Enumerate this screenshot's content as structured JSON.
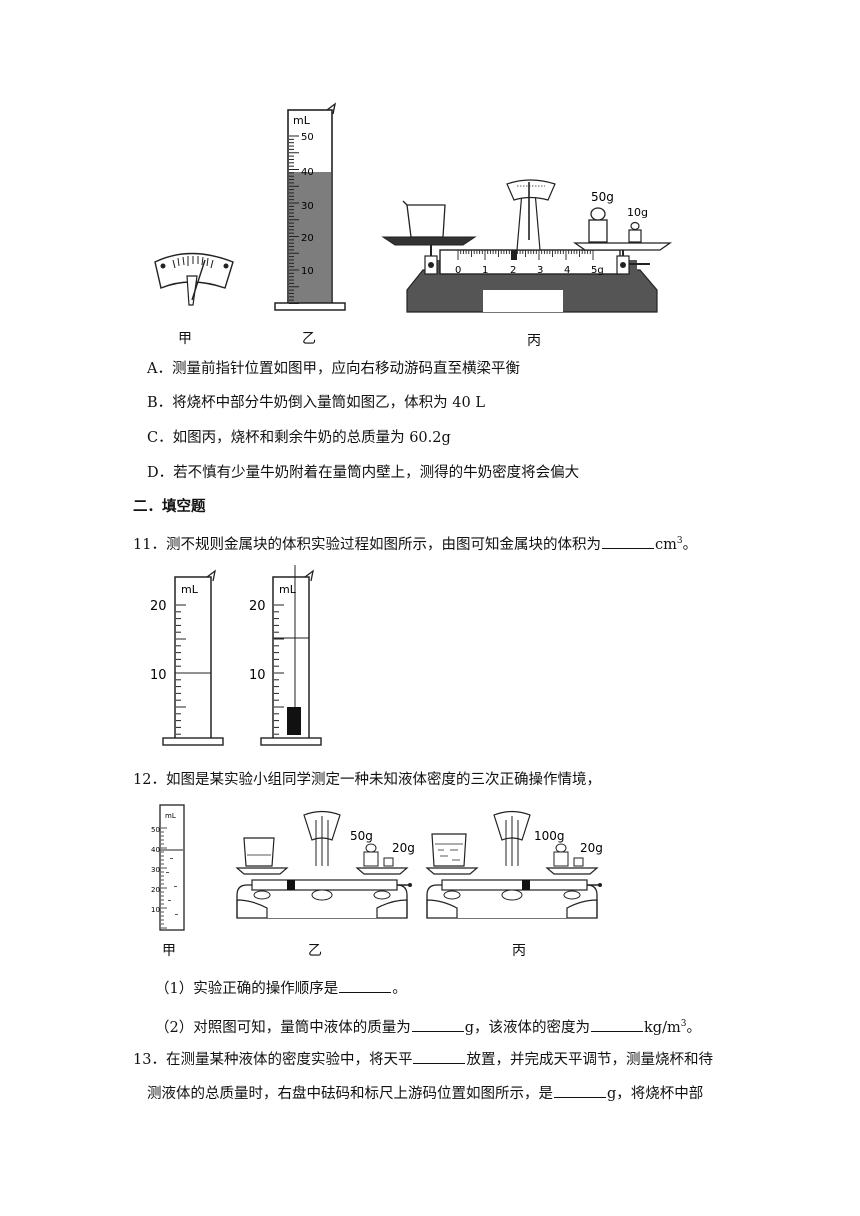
{
  "figure1": {
    "captions": [
      "甲",
      "乙",
      "丙"
    ],
    "cylinder_unit": "mL",
    "cylinder_ticks": [
      "50",
      "40",
      "30",
      "20",
      "10"
    ],
    "weights": [
      "50g",
      "10g"
    ],
    "rule_ticks": [
      "0",
      "1",
      "2",
      "3",
      "4",
      "5g"
    ]
  },
  "options": [
    "A．测量前指针位置如图甲，应向右移动游码直至横梁平衡",
    "B．将烧杯中部分牛奶倒入量筒如图乙，体积为 40 L",
    "C．如图丙，烧杯和剩余牛奶的总质量为 60.2g",
    "D．若不慎有少量牛奶附着在量筒内壁上，测得的牛奶密度将会偏大"
  ],
  "section_title": "二．填空题",
  "q11": {
    "text_before": "11．测不规则金属块的体积实验过程如图所示，由图可知金属块的体积为",
    "unit": "cm",
    "unit_sup": "3",
    "text_after": "。",
    "cyl_unit": "mL",
    "cyl_ticks": [
      "20",
      "10"
    ]
  },
  "q12": {
    "text": "12．如图是某实验小组同学测定一种未知液体密度的三次正确操作情境，",
    "captions": [
      "甲",
      "乙",
      "丙"
    ],
    "weights_b": [
      "50g",
      "20g"
    ],
    "weights_c": [
      "100g",
      "20g"
    ],
    "cyl_ticks": [
      "50",
      "40",
      "30",
      "20",
      "10"
    ],
    "sub1_before": "（1）实验正确的操作顺序是",
    "sub1_after": "。",
    "sub2_a": "（2）对照图可知，量筒中液体的质量为",
    "sub2_b": "g，该液体的密度为",
    "sub2_unit": "kg/m",
    "sub2_sup": "3",
    "sub2_end": "。"
  },
  "q13": {
    "line1_before": "13．在测量某种液体的密度实验中，将天平",
    "line1_after": "放置，并完成天平调节，测量烧杯和待",
    "line2_before": "测液体的总质量时，右盘中砝码和标尺上游码位置如图所示，是",
    "line2_after": "g，将烧杯中部"
  }
}
